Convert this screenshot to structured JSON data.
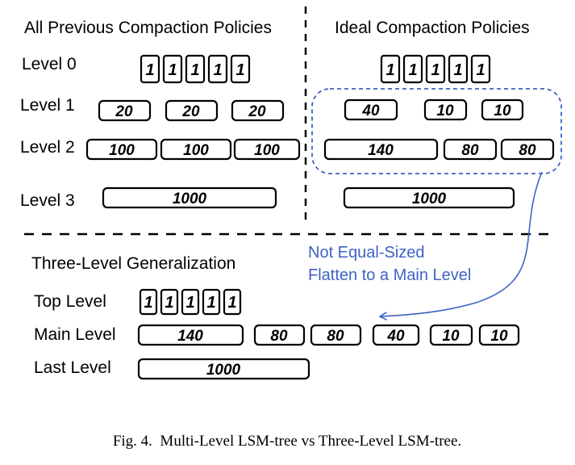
{
  "left_panel": {
    "title": "All Previous Compaction Policies",
    "levels": [
      {
        "label": "Level 0",
        "entries": [
          "1",
          "1",
          "1",
          "1",
          "1"
        ]
      },
      {
        "label": "Level 1",
        "entries": [
          "20",
          "20",
          "20"
        ]
      },
      {
        "label": "Level 2",
        "entries": [
          "100",
          "100",
          "100"
        ]
      },
      {
        "label": "Level 3",
        "entries": [
          "1000"
        ]
      }
    ]
  },
  "right_panel": {
    "title": "Ideal Compaction Policies",
    "levels": [
      {
        "entries": [
          "1",
          "1",
          "1",
          "1",
          "1"
        ]
      },
      {
        "entries": [
          "40",
          "10",
          "10"
        ]
      },
      {
        "entries": [
          "140",
          "80",
          "80"
        ]
      },
      {
        "entries": [
          "1000"
        ]
      }
    ]
  },
  "annotation": {
    "line1": "Not Equal-Sized",
    "line2": "Flatten to a Main Level"
  },
  "bottom_panel": {
    "title": "Three-Level Generalization",
    "levels": [
      {
        "label": "Top Level",
        "entries": [
          "1",
          "1",
          "1",
          "1",
          "1"
        ]
      },
      {
        "label": "Main Level",
        "entries": [
          "140",
          "80",
          "80",
          "40",
          "10",
          "10"
        ]
      },
      {
        "label": "Last Level",
        "entries": [
          "1000"
        ]
      }
    ]
  },
  "caption": "Fig. 4.  Multi-Level LSM-tree vs Three-Level LSM-tree.",
  "colors": {
    "annotation": "#3d63c4",
    "outline": "#000000"
  }
}
